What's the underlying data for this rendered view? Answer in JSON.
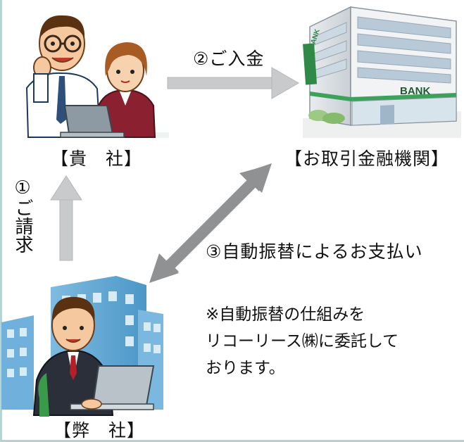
{
  "labels": {
    "client": "【貴　社】",
    "bank": "【お取引金融機関】",
    "company": "【弊　社】"
  },
  "arrows": {
    "request": "①ご請求",
    "payment": "②ご入金",
    "auto_debit": "③自動振替によるお支払い"
  },
  "bank_sign": {
    "sign1": "BANK",
    "sign2": "BANK"
  },
  "note": {
    "line1": "※自動振替の仕組みを",
    "line2": "リコーリース㈱に委託して",
    "line3": "おります。"
  },
  "colors": {
    "arrow": "#c8cacb",
    "double_arrow": "#8f9193",
    "frame": "#b7d3cf",
    "building_blue": "#5aa7d6"
  }
}
